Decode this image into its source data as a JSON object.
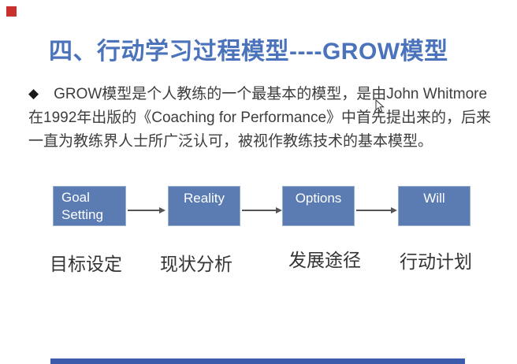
{
  "slide": {
    "title": "四、行动学习过程模型----GROW模型",
    "paragraph": {
      "bullet": "◆",
      "lines": [
        "GROW模型是个人教练的一个最基本的模型，是由John Whitmore",
        "在1992年出版的《Coaching for Performance》中首先提出来的，后来",
        "一直为教练界人士所广泛认可，被视作教练技术的基本模型。"
      ]
    },
    "diagram": {
      "boxes": [
        {
          "label": "Goal Setting",
          "line1": "Goal",
          "line2": "Setting",
          "caption": "目标设定"
        },
        {
          "label": "Reality",
          "caption": "现状分析"
        },
        {
          "label": "Options",
          "caption": "发展途径"
        },
        {
          "label": "Will",
          "caption": "行动计划"
        }
      ],
      "arrow_count": 3
    },
    "icons": {
      "diamond_bullet": "◆",
      "mouse_cursor": "arrow-pointer",
      "red_square_marker": "solid-red-square"
    },
    "colors": {
      "title": "#4a73bb",
      "body_text": "#3d3d3d",
      "box_fill": "#5a7cb2",
      "box_border": "#98aecd",
      "box_text": "#ffffff",
      "arrow": "#555555",
      "caption_text": "#333333",
      "accent_red": "#c9302c",
      "bottom_bar": "#3a5cab"
    }
  }
}
